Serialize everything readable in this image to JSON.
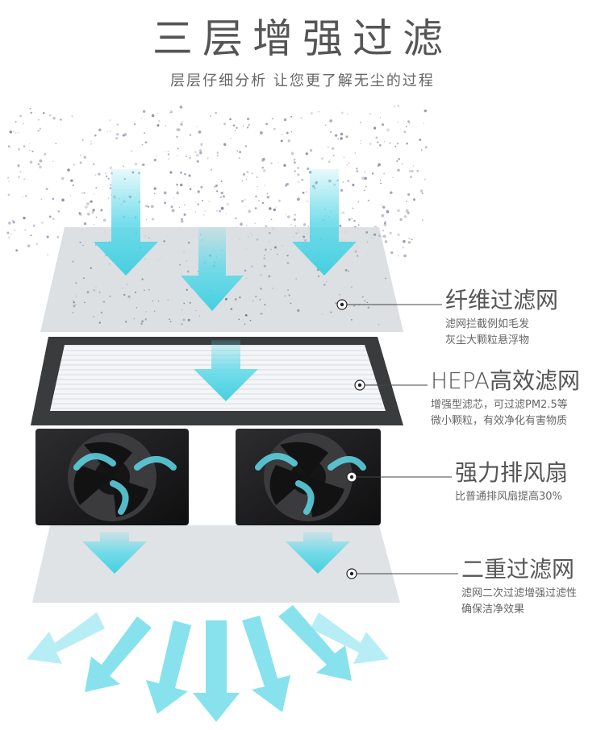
{
  "header": {
    "title": "三层增强过滤",
    "subtitle": "层层仔细分析   让您更了解无尘的过程"
  },
  "layers": [
    {
      "title": "纤维过滤网",
      "desc_lines": [
        "滤网拦截例如毛发",
        "灰尘大颗粒悬浮物"
      ]
    },
    {
      "title": "HEPA高效滤网",
      "desc_lines": [
        "增强型滤芯，可过滤PM2.5等",
        "微小颗粒，有效净化有害物质"
      ]
    },
    {
      "title": "强力排风扇",
      "desc_lines": [
        "比普通排风扇提高30%"
      ]
    },
    {
      "title": "二重过滤网",
      "desc_lines": [
        "滤网二次过滤增强过滤性",
        "确保洁净效果"
      ]
    }
  ],
  "colors": {
    "arrow": "#5fd9e8",
    "filter_sheet": "#dfe3e6",
    "hepa_frame": "#3a3b3d",
    "fan": "#1c1c1e"
  }
}
